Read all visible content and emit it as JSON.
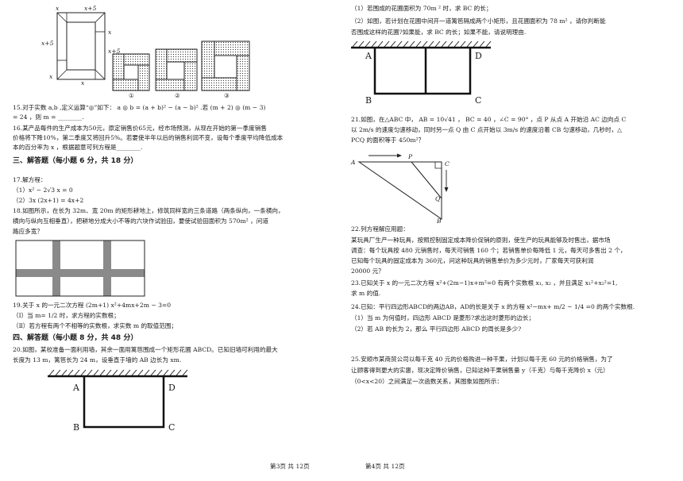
{
  "fig_top": {
    "dims": {
      "x": "x",
      "x5": "x+5"
    },
    "labels": [
      "①",
      "②",
      "③"
    ]
  },
  "left": {
    "q15a": "15.对于实数 a,b ,定义运算“◎”如下： a ◎ b = (a + b)² − (a − b)² .若 (m + 2) ◎ (m − 3)",
    "q15b": "= 24 ，则 m = ________.",
    "q16a": "16.某产品每件的生产成本为50元，原定销售价65元，经市场预测，从现在开始的第一季度销售",
    "q16b": "价格将下降10%，第二季度又将回升5%。若要使半年以后的销售利润不变，设每个季度平均降低成本",
    "q16c": "本的百分率为 x ，根据题意可列方程是________.",
    "sec3": "三、解答题（每小题 6 分，共 18 分）",
    "q17": "17.解方程：",
    "q17_1": "（1）x² − 2√3 x = 0",
    "q17_2": "（2）3x (2x+1) = 4x+2",
    "q18a": "18.如图所示，在长为 32m、宽 20m 的矩形耕地上，修筑同样宽的三条道路（两条纵向，一条横向，",
    "q18b": "横向与纵向互相垂直），把耕地分成大小不等的六块作试验田，要使试验田面积为 570m² ，问道",
    "q18c": "路应多宽？",
    "q19": "19.关于 x 的一元二次方程 (2m+1) x²+4mx+2m − 3=0",
    "q19_1": "（Ⅰ）当 m= 1/2 时，求方程的实数根；",
    "q19_2": "（Ⅱ）若方程有两个不相等的实数根，求实数 m 的取值范围；",
    "sec4": "四、解答题（每小题 8 分，共 48 分）",
    "q20a": "20.如图，某校准备一面利用墙，其余一面用篱笆围成一个矩形花圃 ABCD。已知旧墙可利用的最大",
    "q20b": "长度为 13 m，篱笆长为 24 m，设垂直于墙的 AB 边长为 xm.",
    "fig20": {
      "A": "A",
      "B": "B",
      "C": "C",
      "D": "D"
    },
    "footer": "第3页  共 12页"
  },
  "right": {
    "q20_1": "（1）若围成的花圃面积为 70m ² 时，求 BC 的长；",
    "q20_2a": "（2）如图，若计划在花圃中间开一道篱笆隔成两个小矩形，且花圃面积为 78 m² ，请你判断能",
    "q20_2b": "否围成这样的花圃?如果能，求 BC 的长；如果不能，请说明理由.",
    "fig20b": {
      "A": "A",
      "B": "B",
      "C": "C",
      "D": "D"
    },
    "q21a": "21.如图，在△ABC 中， AB = 10√41 ， BC = 40 ，∠C = 90° ，点 P 从点 A 开始沿 AC 边向点 C",
    "q21b": "以 2m/s 的速度匀速移动，同时另一点 Q 由 C 点开始以 3m/s 的速度沿着 CB 匀速移动，几秒时，△",
    "q21c": "PCQ 的面积等于 450m²？",
    "fig21": {
      "A": "A",
      "P": "P",
      "C": "C",
      "Q": "Q",
      "B": "B"
    },
    "q22": "22.列方程解应用题：",
    "q22a": "某玩具厂生产一种玩具，按照控制固定成本降价促销的原则，使生产的玩具能够及时售出，据市场",
    "q22b": "调查：每个玩具按 480 元销售时，每天可销售 160 个；若销售单价每降低 1 元，每天可多售出 2 个，",
    "q22c": "已知每个玩具的固定成本为 360元，问这种玩具的销售单价为多少元时，厂家每天可获利润",
    "q22d": "20000 元？",
    "q23a": "23.已知关于 x 的一元二次方程 x²+(2m−1)x+m²=0 有两个实数根 x₁, x₂ ，并且满足 x₁²+x₂²=1,",
    "q23b": "求 m 的值.",
    "q24a": "24.已知：平行四边形ABCD的两边AB，AD的长是关于 x 的方程 x²−mx+ m/2 − 1/4 =0 的两个实数根.",
    "q24_1": "（1）当 m 为何值时，四边形 ABCD 是菱形?求出这时菱形的边长；",
    "q24_2": "（2）若 AB 的长为 2，那么 平行四边形 ABCD 的周长是多少?",
    "q25a": "25.安顺市某商贸公司以每千克 40 元的价格购进一种干果，计划以每千克 60 元的价格销售，为了",
    "q25b": "让顾客得到更大的实惠，现决定降价销售，已知这种干果销售量 y（千克）与每千克降价 x（元）",
    "q25c": "（0<x<20）之间满足一次函数关系，其图象如图所示：",
    "footer": "第4页  共 12页"
  }
}
